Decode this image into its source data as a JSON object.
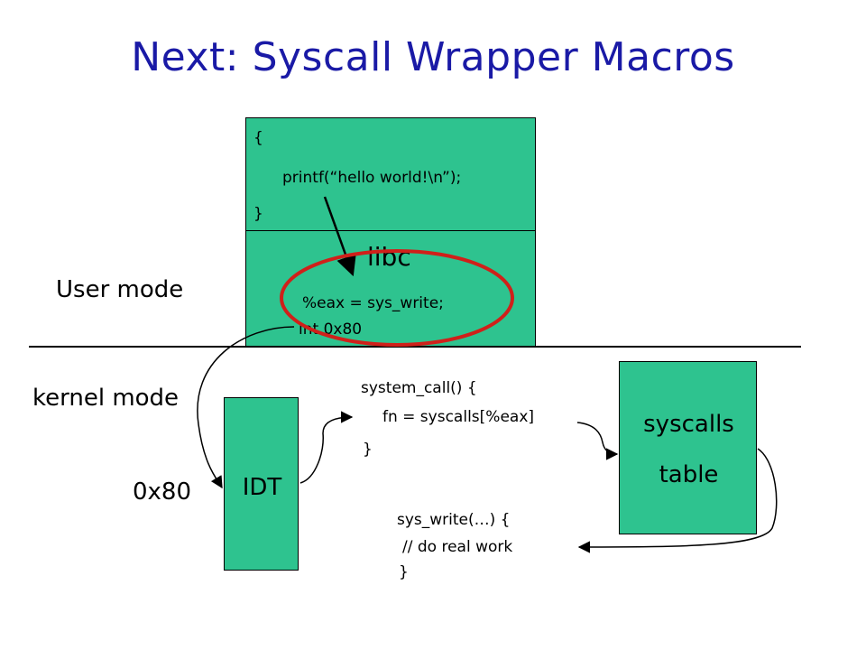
{
  "title": "Next: Syscall Wrapper Macros",
  "modes": {
    "user": "User mode",
    "kernel": "kernel mode"
  },
  "user_program": {
    "open_brace": "{",
    "call": "printf(“hello world!\\n”);",
    "close_brace": "}"
  },
  "libc": {
    "label": "libc",
    "line1": "%eax = sys_write;",
    "line2": "int 0x80"
  },
  "idt": {
    "label": "IDT",
    "vector": "0x80"
  },
  "system_call": {
    "line1": "system_call() {",
    "line2": "fn = syscalls[%eax]",
    "line3": "}"
  },
  "syscalls_table": {
    "line1": "syscalls",
    "line2": "table"
  },
  "sys_write": {
    "line1": "sys_write(…) {",
    "line2": "// do real work",
    "line3": "}"
  },
  "colors": {
    "title": "#1a1aa6",
    "box_fill": "#2ec38f",
    "highlight": "#d0201a"
  }
}
